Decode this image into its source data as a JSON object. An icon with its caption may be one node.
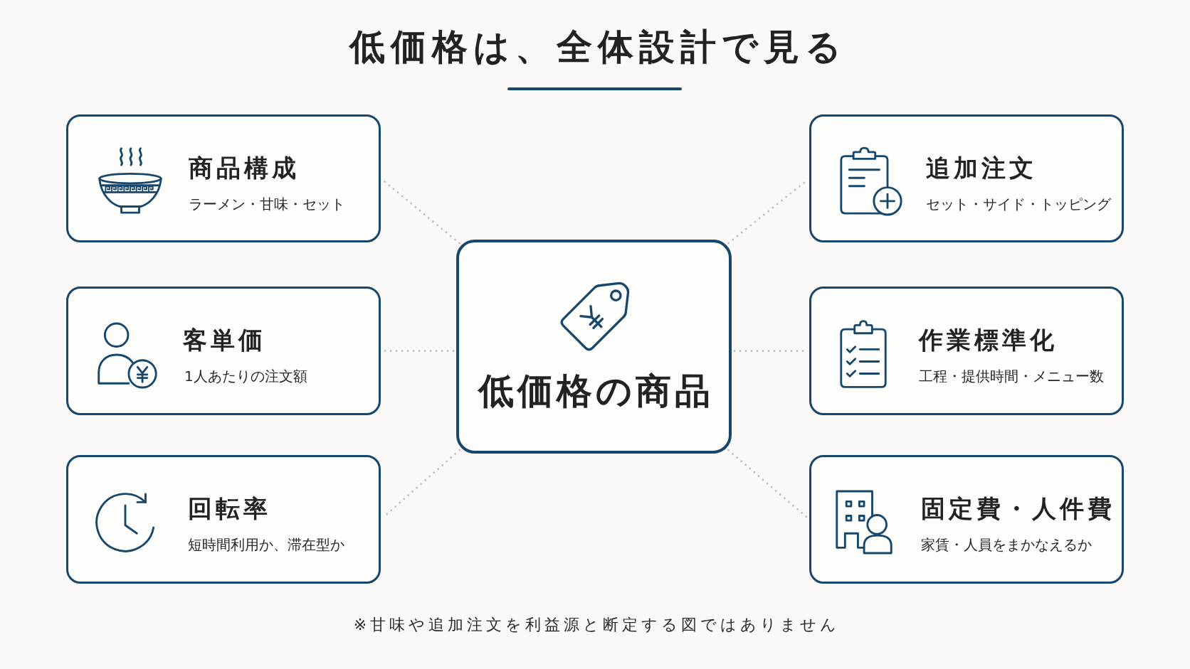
{
  "diagram": {
    "title": "低価格は、全体設計で見る",
    "nodes": [
      {
        "text": [
          "商品構成",
          "ラーメン・甘味・セット"
        ]
      },
      {
        "text": [
          "追加注文",
          "セット・サイド・トッピング"
        ]
      },
      {
        "text": [
          "客単価",
          "1人あたりの注文額"
        ]
      },
      {
        "text": [
          "低価格の商品"
        ]
      },
      {
        "text": [
          "作業標準化",
          "工程・提供時間・メニュー数"
        ]
      },
      {
        "text": [
          "回転率",
          "短時間利用か、滞在型か"
        ]
      },
      {
        "text": [
          "固定費・人件費",
          "家賃・人員をまかなえるか"
        ]
      }
    ],
    "edges": [
      {
        "from": 3,
        "to": 0,
        "arrow": "none",
        "style": "dashed"
      },
      {
        "from": 3,
        "to": 1,
        "arrow": "none",
        "style": "dashed"
      },
      {
        "from": 3,
        "to": 2,
        "arrow": "none",
        "style": "dashed"
      },
      {
        "from": 3,
        "to": 4,
        "arrow": "none",
        "style": "dashed"
      },
      {
        "from": 3,
        "to": 5,
        "arrow": "none",
        "style": "dashed"
      },
      {
        "from": 3,
        "to": 6,
        "arrow": "none",
        "style": "dashed"
      }
    ],
    "labels": [
      "※甘味や追加注文を利益源と断定する図ではありません"
    ]
  }
}
